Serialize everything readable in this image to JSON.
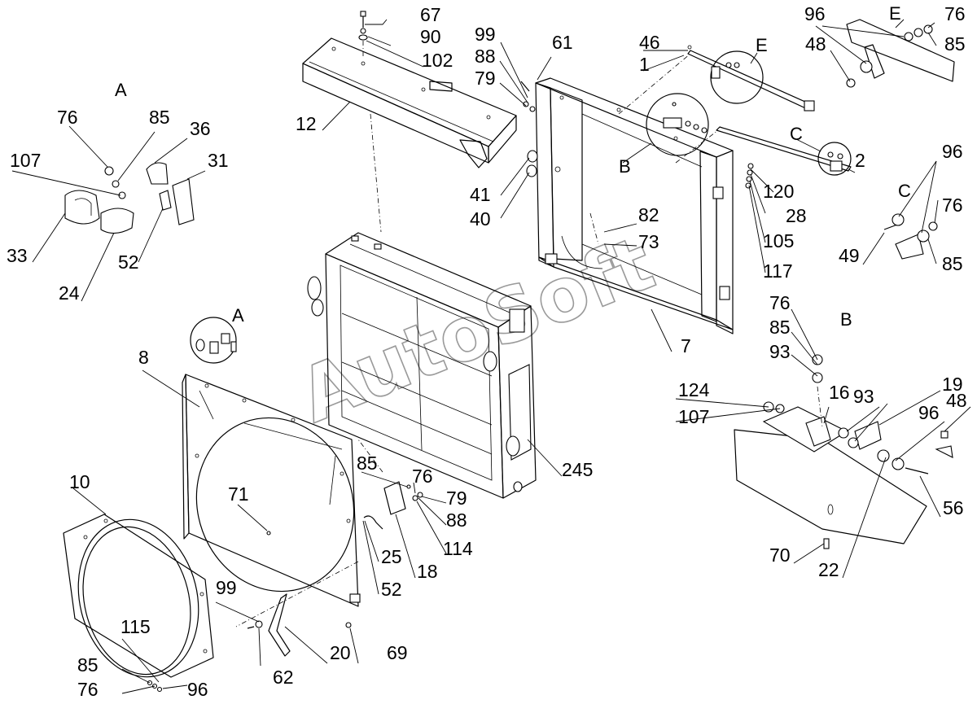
{
  "watermark": "AutoSoft",
  "view_labels": {
    "a": "A",
    "a_callout": "A",
    "b": "B",
    "b_callout": "B",
    "c": "C",
    "c_callout": "C",
    "e": "E",
    "e_callout": "E"
  },
  "callouts": [
    "67",
    "90",
    "102",
    "12",
    "99",
    "88",
    "79",
    "61",
    "46",
    "1",
    "96",
    "48",
    "76",
    "85",
    "41",
    "40",
    "120",
    "2",
    "28",
    "105",
    "117",
    "82",
    "73",
    "7",
    "49",
    "107",
    "36",
    "31",
    "33",
    "52",
    "24",
    "8",
    "245",
    "10",
    "71",
    "25",
    "18",
    "114",
    "115",
    "62",
    "20",
    "69",
    "124",
    "16",
    "93",
    "19",
    "56",
    "70",
    "22"
  ]
}
